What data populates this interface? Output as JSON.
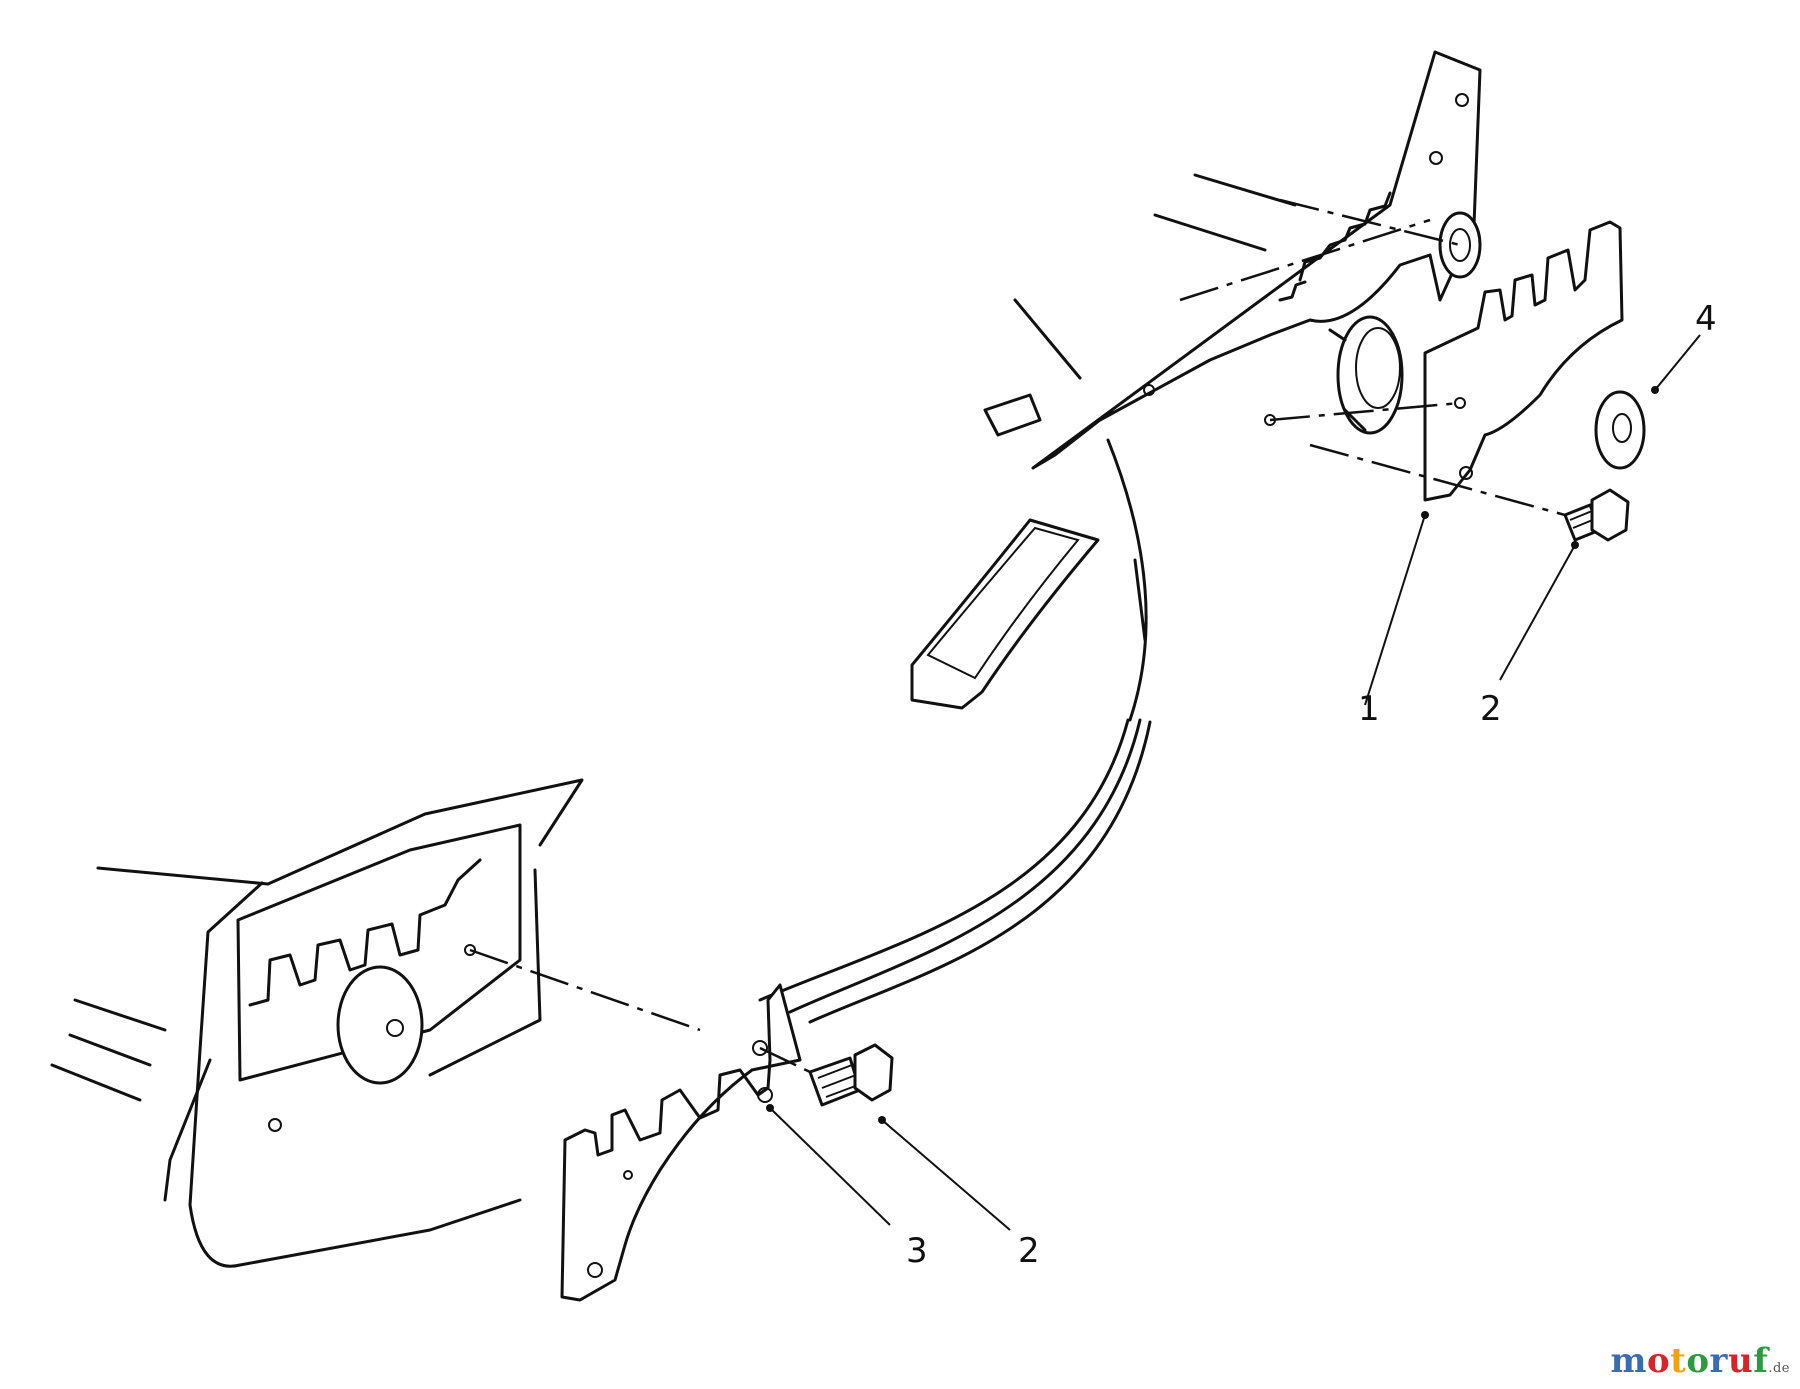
{
  "callouts": {
    "c1": "1",
    "c2_upper": "2",
    "c4": "4",
    "c3": "3",
    "c2_lower": "2"
  },
  "watermark": {
    "text": "motoruf",
    "suffix": ".de",
    "letters": [
      "m",
      "o",
      "t",
      "o",
      "r",
      "u",
      "f"
    ],
    "colors": [
      "#3a6cb3",
      "#d8232a",
      "#f0a30a",
      "#2e9a3f",
      "#3a6cb3",
      "#d8232a",
      "#2e9a3f"
    ]
  }
}
